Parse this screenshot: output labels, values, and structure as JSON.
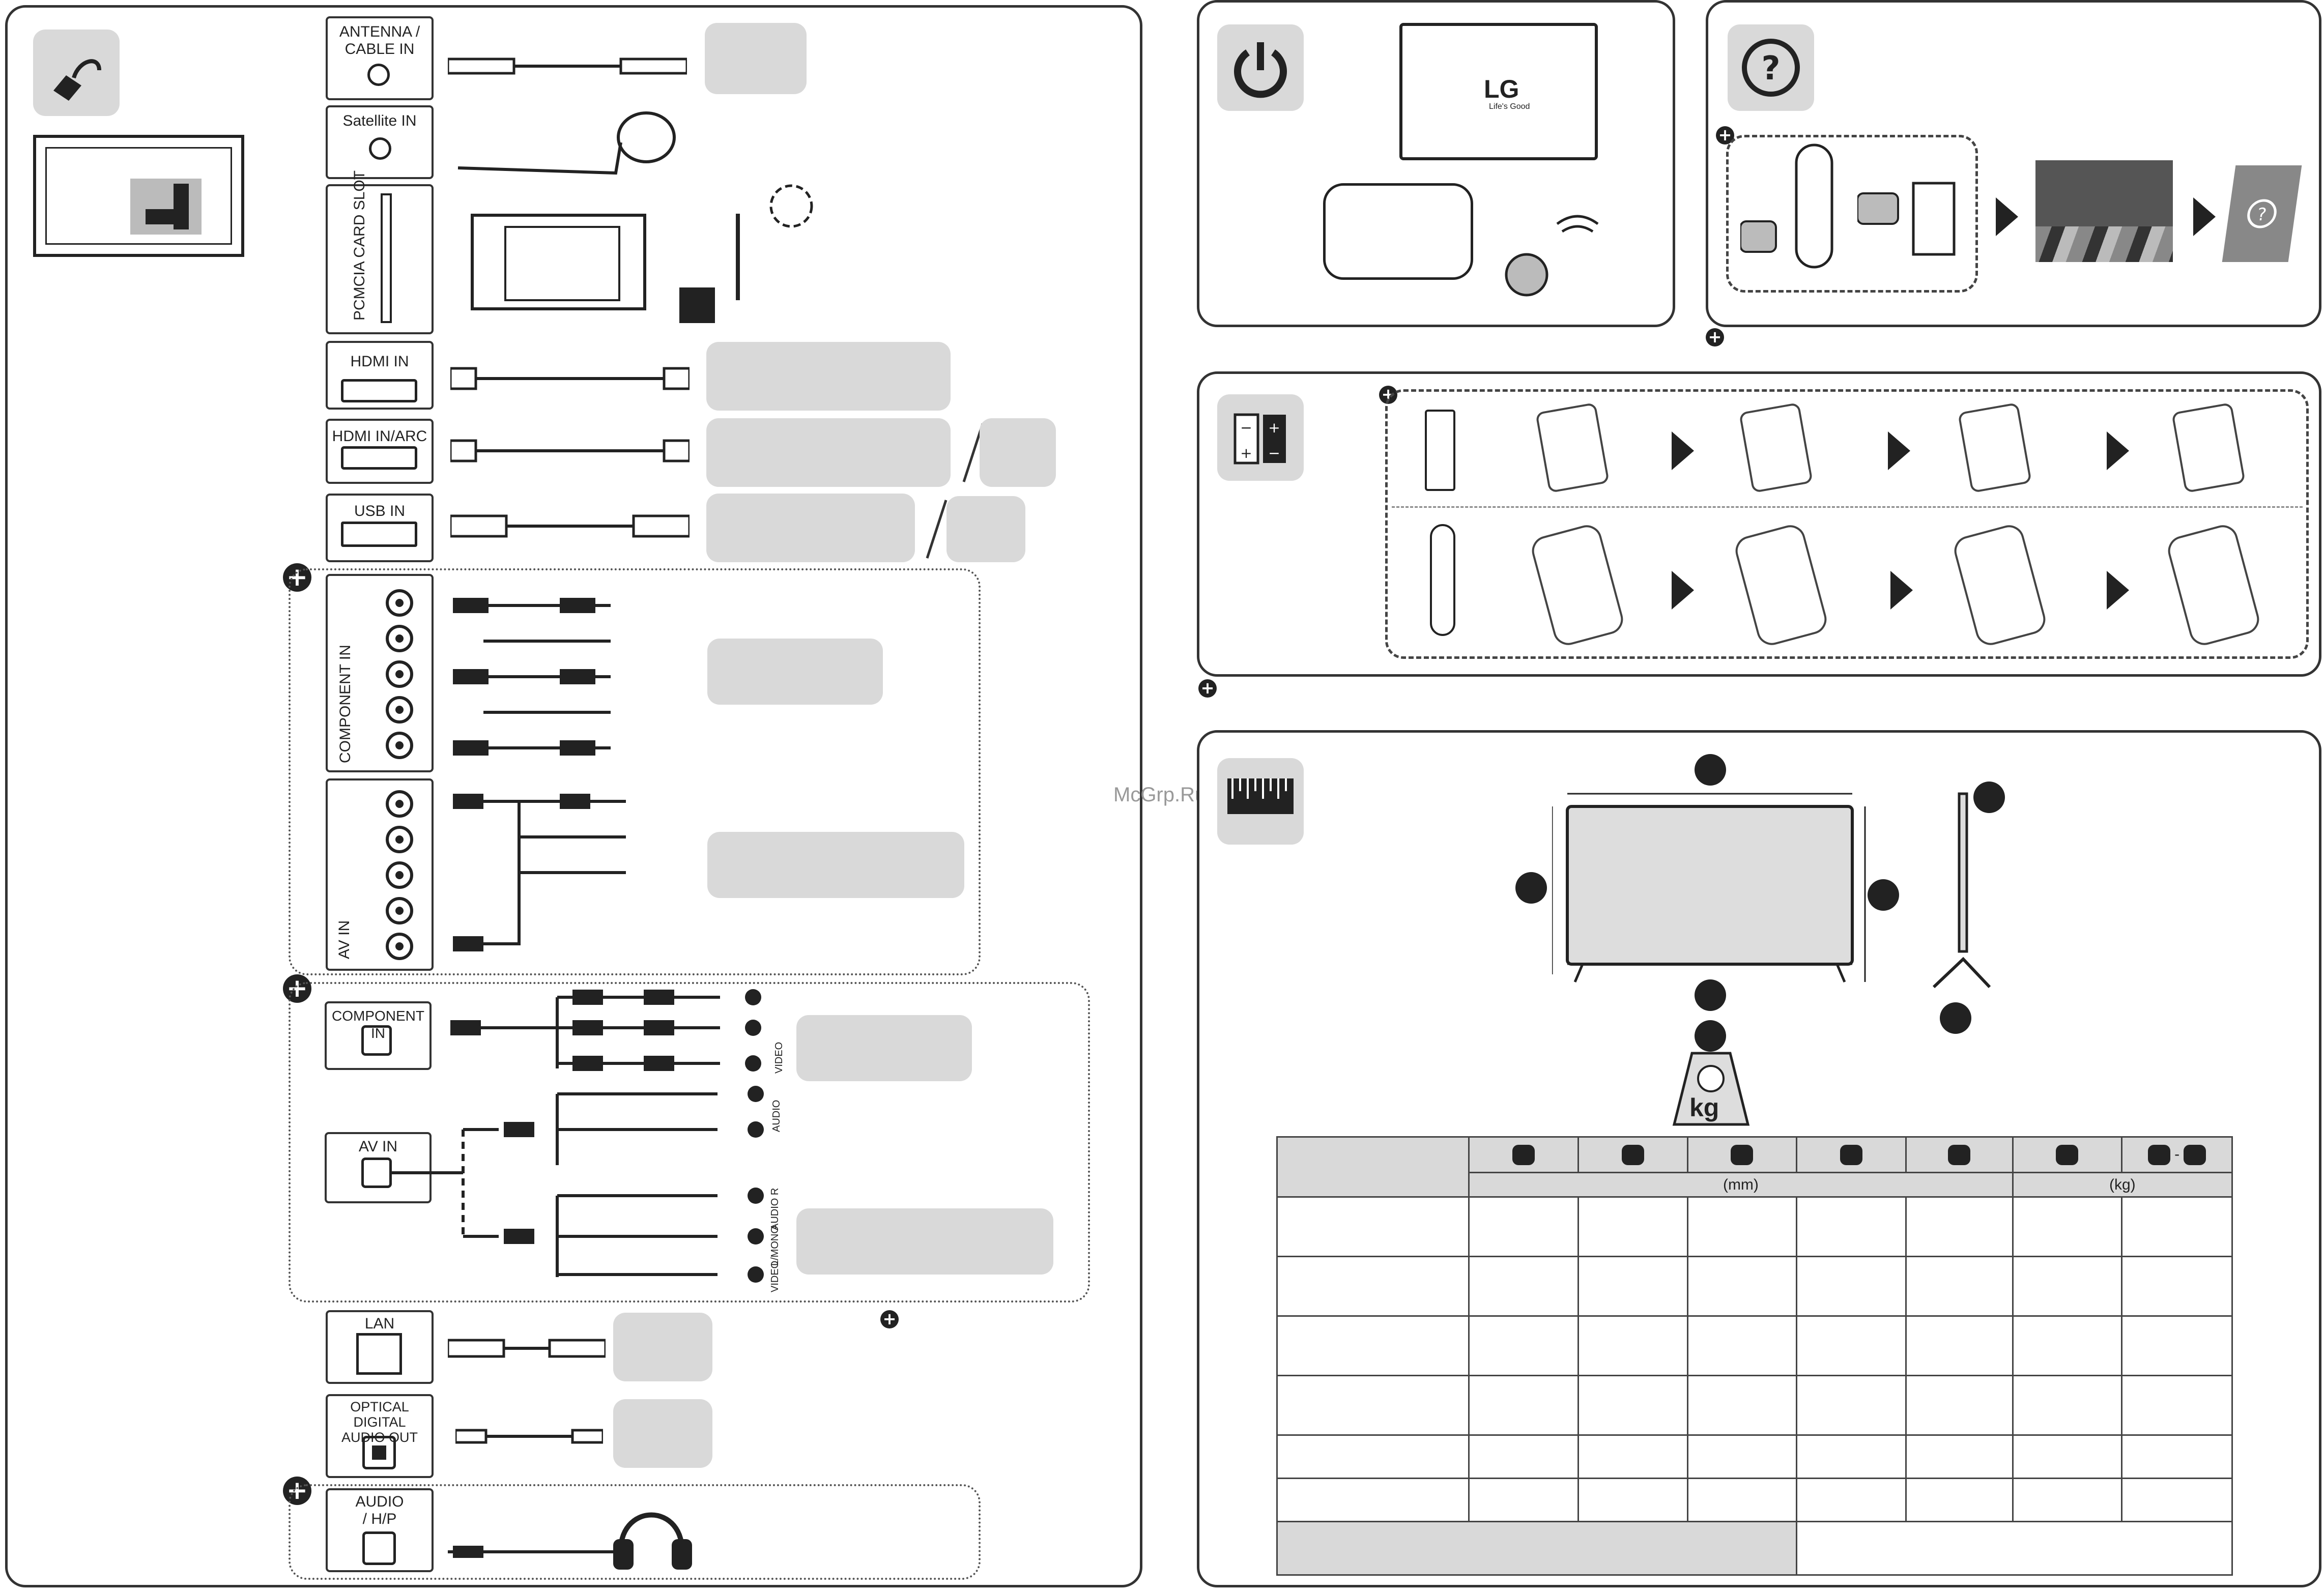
{
  "watermark": "McGrp.Ru",
  "connections": {
    "antenna": "ANTENNA /\nCABLE IN",
    "satellite": "Satellite IN",
    "pcmcia": "PCMCIA CARD SLOT",
    "hdmi": "HDMI IN",
    "hdmi_arc": "HDMI IN/ARC",
    "usb": "USB IN",
    "component": "COMPONENT IN",
    "av": "AV IN",
    "component2": "COMPONENT IN",
    "av2": "AV IN",
    "lan": "LAN",
    "optical": "OPTICAL DIGITAL\nAUDIO OUT",
    "audio_hp": "AUDIO\n/ H/P"
  },
  "jack_labels": {
    "video": "VIDEO",
    "audio": "AUDIO",
    "audio_r": "AUDIO R",
    "l_mono": "L/MONO",
    "video2": "VIDEO"
  },
  "tv_screen": {
    "logo": "LG",
    "tagline": "Life's Good"
  },
  "weight_icon": "kg",
  "spec_table": {
    "unit_mm": "(mm)",
    "unit_kg": "(kg)",
    "col_range_sep": "-"
  },
  "icons": {
    "power": "power-icon",
    "help": "question-icon",
    "battery": "battery-icon",
    "dimension": "ruler-icon",
    "cable": "power-cable-icon"
  }
}
